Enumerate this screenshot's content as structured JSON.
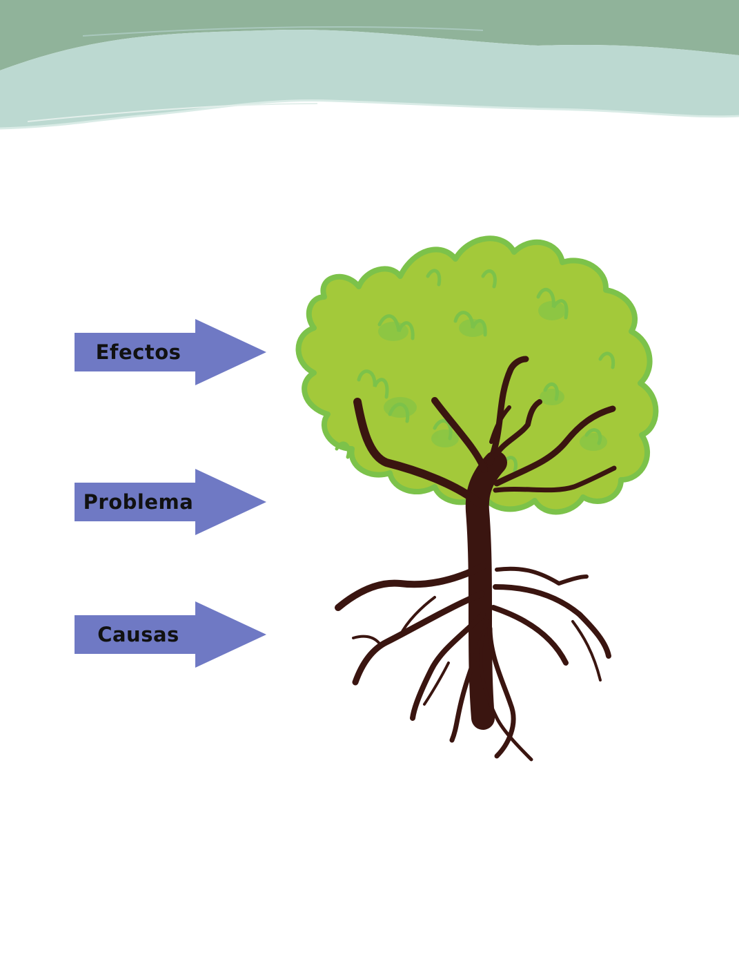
{
  "diagram": {
    "labels": {
      "effects": "Efectos",
      "problem": "Problema",
      "causes": "Causas"
    },
    "colors": {
      "header_dark": "#90b39a",
      "header_light": "#bcd9d1",
      "arrow_fill": "#6f79c4",
      "foliage": "#a3c93a",
      "foliage_edge": "#7cc24a",
      "trunk": "#3a1510"
    },
    "icons": [
      "tree-icon",
      "arrow-right-icon"
    ]
  }
}
